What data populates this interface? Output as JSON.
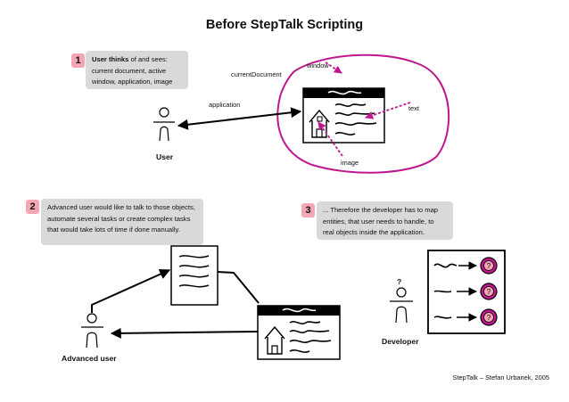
{
  "title": "Before StepTalk Scripting",
  "steps": [
    {
      "number": "1",
      "text_bold": "User thinks",
      "text_rest": " of and sees: current document, active window, application, image"
    },
    {
      "number": "2",
      "text": "Advanced user would like to talk to those objects, automate several tasks or create complex tasks that would take lots of time if done manually."
    },
    {
      "number": "3",
      "text": "... Therefore the developer has to map entities, that user needs to handle, to real objects inside the application."
    }
  ],
  "labels": {
    "window": "window",
    "current_document": "currentDocument",
    "application": "application",
    "text": "text",
    "image": "image",
    "user": "User",
    "advanced_user": "Advanced user",
    "developer": "Developer",
    "question_mark": "?"
  },
  "credit": "StepTalk – Stefan Urbanek, 2005",
  "colors": {
    "accent": "#c0178f",
    "note_bg": "#d9d9d9",
    "number_bg": "#f4a6b3"
  }
}
